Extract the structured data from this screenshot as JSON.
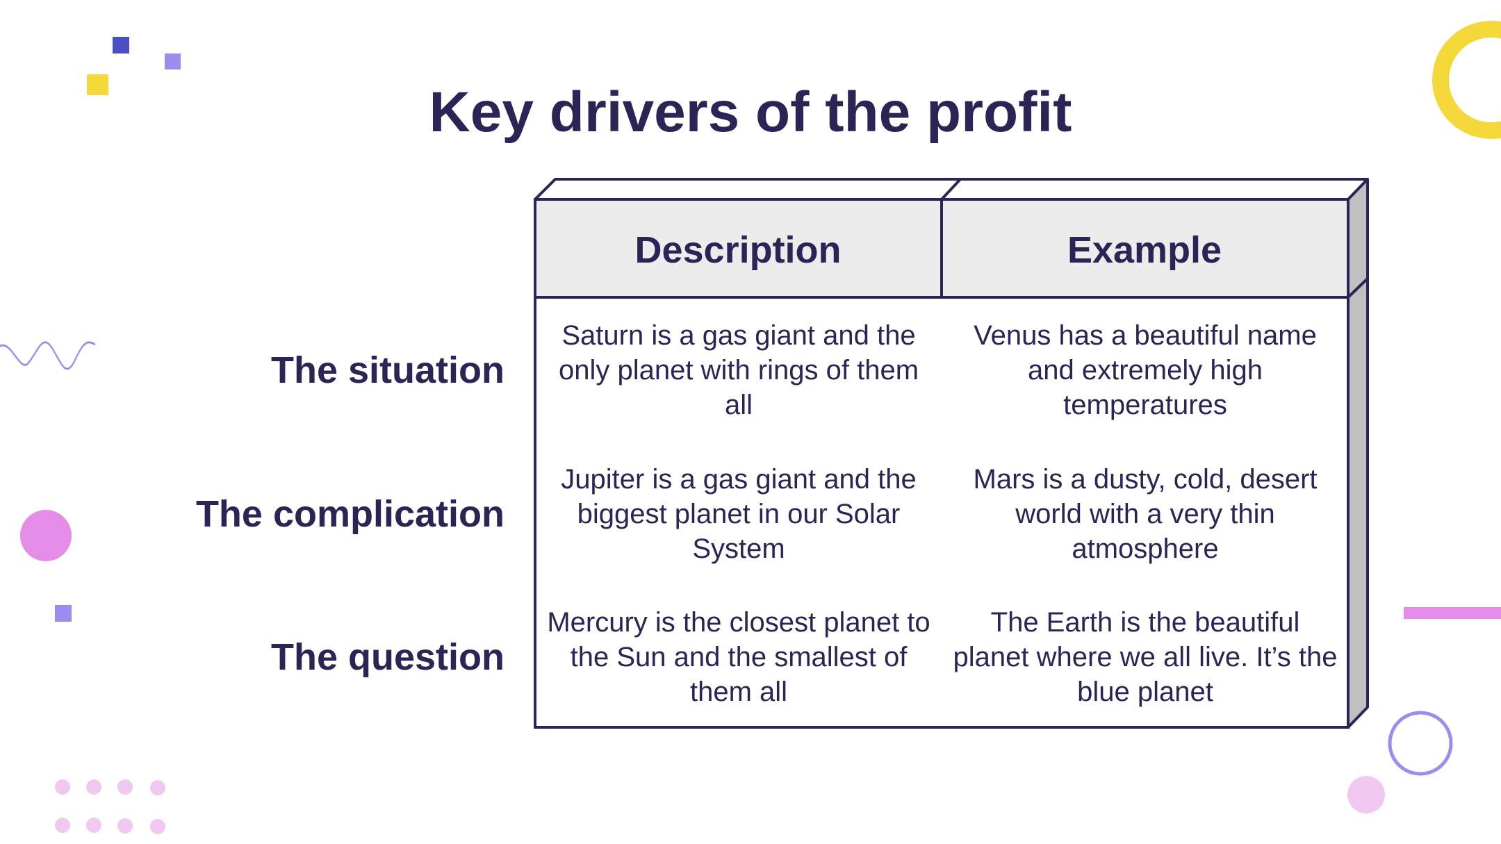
{
  "slide": {
    "title": "Key drivers of the profit"
  },
  "table": {
    "headers": [
      "Description",
      "Example"
    ],
    "rows": [
      {
        "label": "The situation",
        "description": "Saturn is a gas giant and the only planet with rings of them all",
        "example": "Venus has a beautiful name and extremely high temperatures"
      },
      {
        "label": "The complication",
        "description": "Jupiter is a gas giant and the biggest planet in our Solar System",
        "example": "Mars is a dusty, cold, desert world with a very thin atmosphere"
      },
      {
        "label": "The question",
        "description": "Mercury is the closest planet to the Sun and the smallest of them all",
        "example": "The Earth is the beautiful planet where we all live. It’s the blue planet"
      }
    ]
  },
  "colors": {
    "text": "#2a2555",
    "header_fill": "#ececec",
    "side_fill": "#c0c0c0",
    "yellow": "#f5d93a",
    "blue": "#4a4fc4",
    "lavender": "#9d8cf0",
    "pink": "#e38de8",
    "light_pink": "#f0c8f0"
  }
}
